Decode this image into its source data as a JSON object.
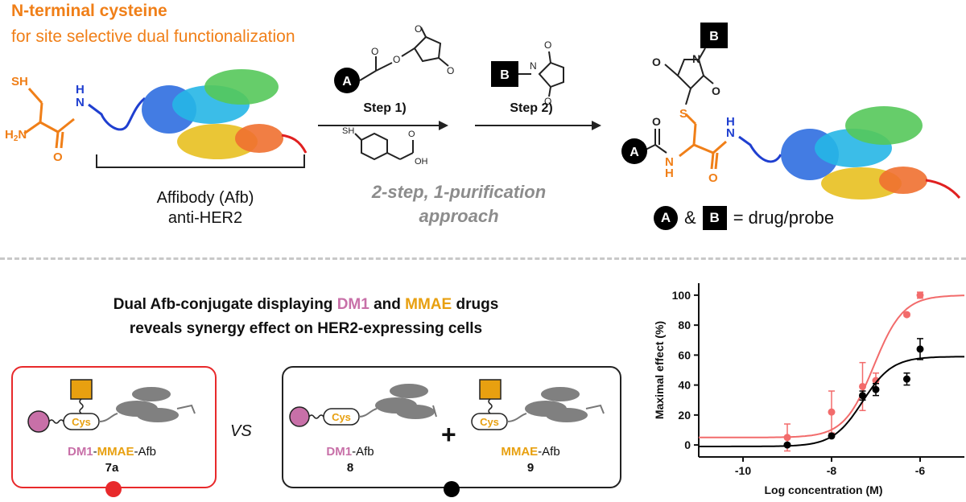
{
  "header": {
    "title_line1": "N-terminal cysteine",
    "title_line2": "for site selective dual functionalization"
  },
  "affibody_label": {
    "line1": "Affibody (Afb)",
    "line2": "anti-HER2"
  },
  "steps": {
    "step1": "Step 1)",
    "step2": "Step 2)"
  },
  "approach": {
    "line1": "2-step, 1-purification",
    "line2": "approach"
  },
  "markers": {
    "a": "A",
    "b": "B"
  },
  "legend": {
    "amp": "&",
    "definition": "= drug/probe"
  },
  "atoms": {
    "sh": "SH",
    "h2n": "H",
    "h2n_sub": "2",
    "h2n_n": "N",
    "n": "N",
    "h": "H",
    "o": "O",
    "oh": "OH",
    "s": "S"
  },
  "headline": {
    "line1_pre": "Dual Afb-conjugate displaying ",
    "drug1": "DM1",
    "line1_mid": " and ",
    "drug2": "MMAE",
    "line1_post": " drugs",
    "line2": "reveals synergy effect on HER2-expressing cells"
  },
  "compounds": {
    "c7a": {
      "name_dm1": "DM1",
      "dash1": "-",
      "name_mmae": "MMAE",
      "suffix": "-Afb",
      "number": "7a"
    },
    "c8": {
      "name_dm1": "DM1",
      "suffix": "-Afb",
      "number": "8"
    },
    "c9": {
      "name_mmae": "MMAE",
      "suffix": "-Afb",
      "number": "9"
    },
    "cys": "Cys",
    "vs": "VS",
    "plus": "+"
  },
  "colors": {
    "orange": "#F07F18",
    "pink": "#C870A8",
    "gold": "#E8A010",
    "red": "#E8292B",
    "black": "#000000",
    "salmon": "#F26B6B"
  },
  "chart_data": {
    "type": "scatter",
    "xlabel": "Log concentration (M)",
    "ylabel": "Maximal effect (%)",
    "xlim": [
      -11,
      -5
    ],
    "ylim": [
      -8,
      108
    ],
    "xticks": [
      -10,
      -8,
      -6
    ],
    "yticks": [
      0,
      20,
      40,
      60,
      80,
      100
    ],
    "grid": false,
    "series": [
      {
        "color": "#F26B6B",
        "points": [
          {
            "x": -9.0,
            "y": 5,
            "err": 9
          },
          {
            "x": -8.0,
            "y": 22,
            "err": 14
          },
          {
            "x": -7.3,
            "y": 39,
            "err": 16
          },
          {
            "x": -7.0,
            "y": 43,
            "err": 5
          },
          {
            "x": -6.3,
            "y": 87,
            "err": 1
          },
          {
            "x": -6.0,
            "y": 100,
            "err": 2
          }
        ],
        "fit": {
          "bottom": 5,
          "top": 100,
          "logEC50": -7.05,
          "hill": 1.3
        }
      },
      {
        "color": "#000000",
        "points": [
          {
            "x": -9.0,
            "y": 0,
            "err": 0
          },
          {
            "x": -8.0,
            "y": 6,
            "err": 0
          },
          {
            "x": -7.3,
            "y": 33,
            "err": 3
          },
          {
            "x": -7.0,
            "y": 37,
            "err": 4
          },
          {
            "x": -6.3,
            "y": 44,
            "err": 4
          },
          {
            "x": -6.0,
            "y": 64,
            "err": 7
          }
        ],
        "fit": {
          "bottom": -1,
          "top": 59,
          "logEC50": -7.3,
          "hill": 1.3
        }
      }
    ]
  }
}
